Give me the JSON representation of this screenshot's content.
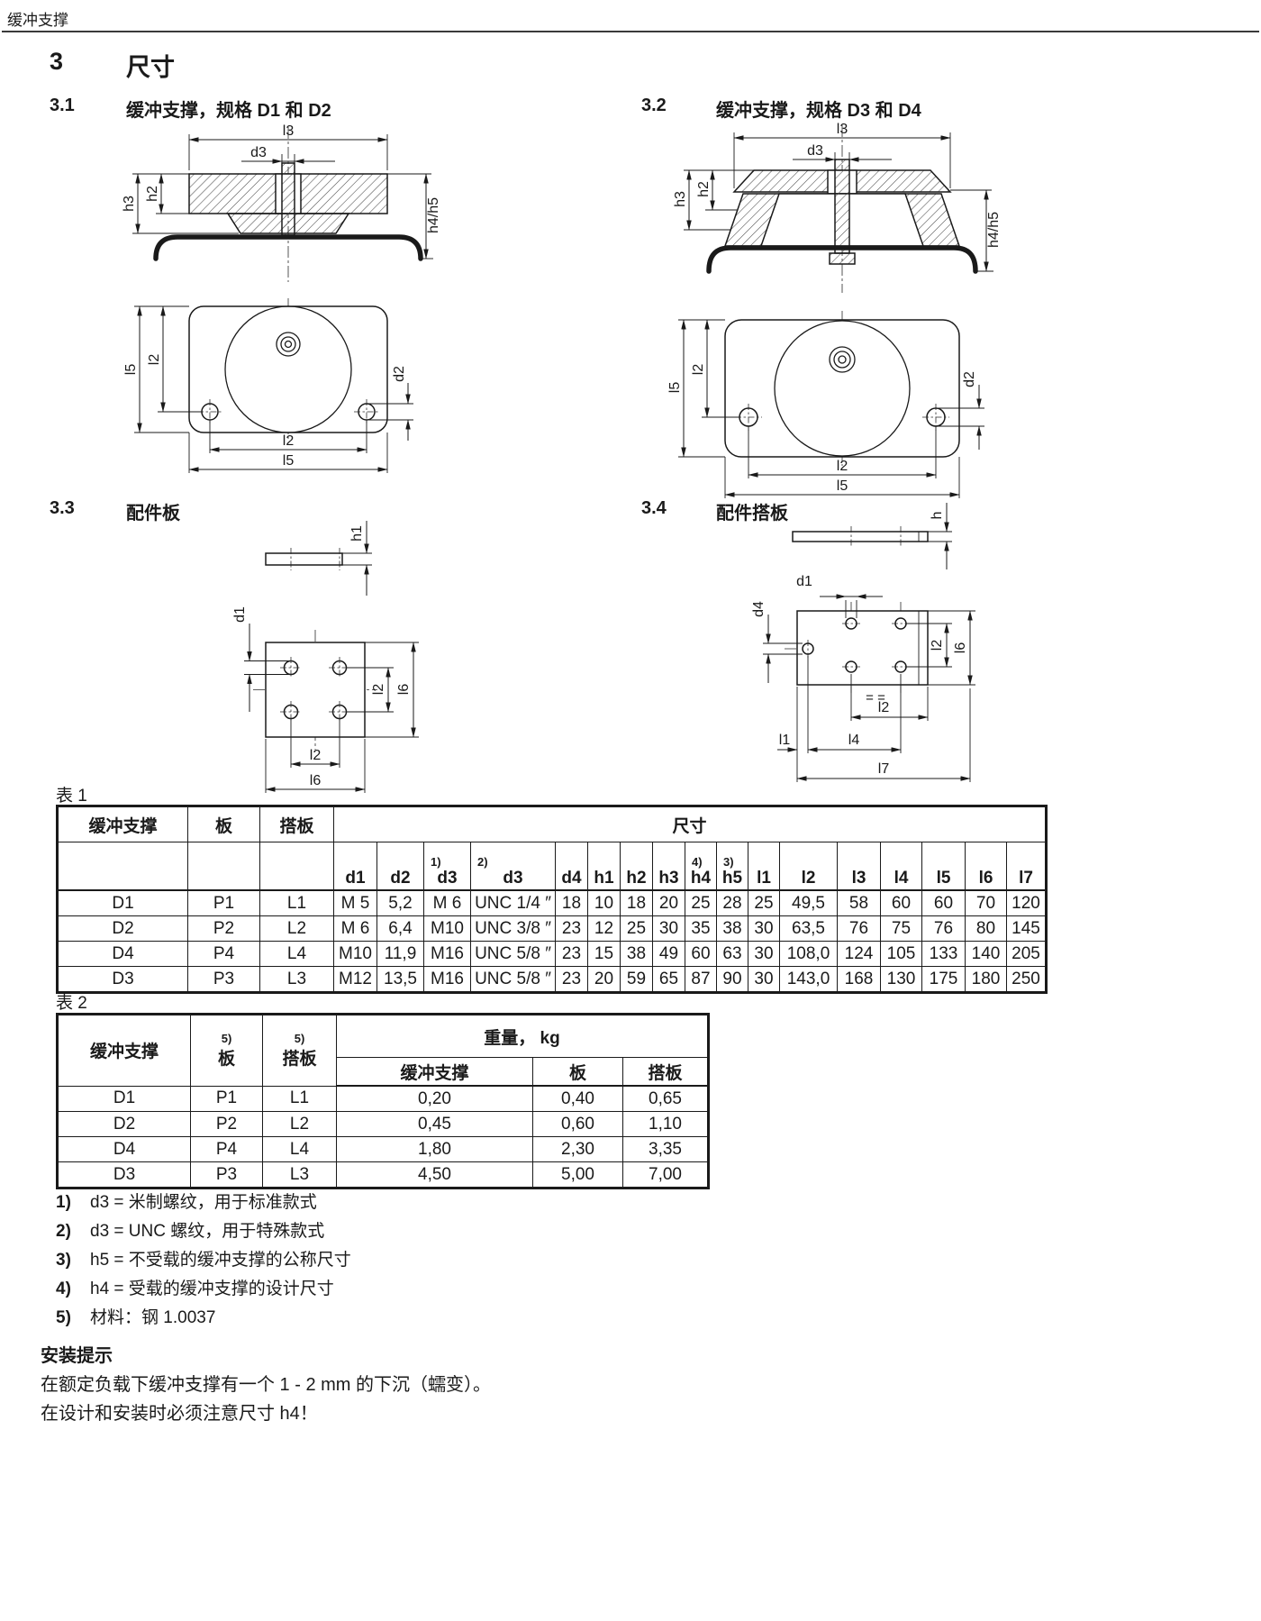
{
  "page": {
    "header": "缓冲支撑",
    "section": {
      "number": "3",
      "title": "尺寸"
    }
  },
  "figures": {
    "fig31": {
      "number": "3.1",
      "title": "缓冲支撑，规格 D1 和 D2"
    },
    "fig32": {
      "number": "3.2",
      "title": "缓冲支撑，规格 D3 和 D4"
    },
    "fig33": {
      "number": "3.3",
      "title": "配件板"
    },
    "fig34": {
      "number": "3.4",
      "title": "配件搭板"
    }
  },
  "dim_labels": {
    "l1": "l1",
    "l2": "l2",
    "l3": "l3",
    "l4": "l4",
    "l5": "l5",
    "l6": "l6",
    "l7": "l7",
    "d1": "d1",
    "d2": "d2",
    "d3": "d3",
    "d4": "d4",
    "h": "h",
    "h1": "h1",
    "h2": "h2",
    "h3": "h3",
    "h45": "h4/h5",
    "equals": "= ="
  },
  "table1": {
    "caption": "表 1",
    "header": {
      "col1": "缓冲支撑",
      "col2": "板",
      "col3": "搭板",
      "group": "尺寸",
      "sub": [
        {
          "sup": "",
          "label": "d1"
        },
        {
          "sup": "",
          "label": "d2"
        },
        {
          "sup": "1)",
          "label": "d3"
        },
        {
          "sup": "2)",
          "label": "d3"
        },
        {
          "sup": "",
          "label": "d4"
        },
        {
          "sup": "",
          "label": "h1"
        },
        {
          "sup": "",
          "label": "h2"
        },
        {
          "sup": "",
          "label": "h3"
        },
        {
          "sup": "4)",
          "label": "h4"
        },
        {
          "sup": "3)",
          "label": "h5"
        },
        {
          "sup": "",
          "label": "l1"
        },
        {
          "sup": "",
          "label": "l2"
        },
        {
          "sup": "",
          "label": "l3"
        },
        {
          "sup": "",
          "label": "l4"
        },
        {
          "sup": "",
          "label": "l5"
        },
        {
          "sup": "",
          "label": "l6"
        },
        {
          "sup": "",
          "label": "l7"
        }
      ]
    },
    "rows": [
      [
        "D1",
        "P1",
        "L1",
        "M 5",
        "5,2",
        "M 6",
        "UNC 1/4 ″",
        "18",
        "10",
        "18",
        "20",
        "25",
        "28",
        "25",
        "49,5",
        "58",
        "60",
        "60",
        "70",
        "120"
      ],
      [
        "D2",
        "P2",
        "L2",
        "M 6",
        "6,4",
        "M10",
        "UNC 3/8 ″",
        "23",
        "12",
        "25",
        "30",
        "35",
        "38",
        "30",
        "63,5",
        "76",
        "75",
        "76",
        "80",
        "145"
      ],
      [
        "D4",
        "P4",
        "L4",
        "M10",
        "11,9",
        "M16",
        "UNC 5/8 ″",
        "23",
        "15",
        "38",
        "49",
        "60",
        "63",
        "30",
        "108,0",
        "124",
        "105",
        "133",
        "140",
        "205"
      ],
      [
        "D3",
        "P3",
        "L3",
        "M12",
        "13,5",
        "M16",
        "UNC 5/8 ″",
        "23",
        "20",
        "59",
        "65",
        "87",
        "90",
        "30",
        "143,0",
        "168",
        "130",
        "175",
        "180",
        "250"
      ]
    ]
  },
  "table2": {
    "caption": "表 2",
    "header": {
      "col1": "缓冲支撑",
      "col2_sup": "5)",
      "col2": "板",
      "col3_sup": "5)",
      "col3": "搭板",
      "group": "重量， kg",
      "sub": [
        "缓冲支撑",
        "板",
        "搭板"
      ]
    },
    "rows": [
      [
        "D1",
        "P1",
        "L1",
        "0,20",
        "0,40",
        "0,65"
      ],
      [
        "D2",
        "P2",
        "L2",
        "0,45",
        "0,60",
        "1,10"
      ],
      [
        "D4",
        "P4",
        "L4",
        "1,80",
        "2,30",
        "3,35"
      ],
      [
        "D3",
        "P3",
        "L3",
        "4,50",
        "5,00",
        "7,00"
      ]
    ]
  },
  "footnotes": [
    {
      "num": "1)",
      "text": "d3 = 米制螺纹，用于标准款式"
    },
    {
      "num": "2)",
      "text": "d3 = UNC 螺纹，用于特殊款式"
    },
    {
      "num": "3)",
      "text": "h5 = 不受载的缓冲支撑的公称尺寸"
    },
    {
      "num": "4)",
      "text": "h4 = 受载的缓冲支撑的设计尺寸"
    },
    {
      "num": "5)",
      "text": "材料：钢 1.0037"
    }
  ],
  "install_note": {
    "title": "安装提示",
    "line1": "在额定负载下缓冲支撑有一个 1 - 2 mm 的下沉（蠕变）。",
    "line2": "在设计和安装时必须注意尺寸 h4！"
  }
}
